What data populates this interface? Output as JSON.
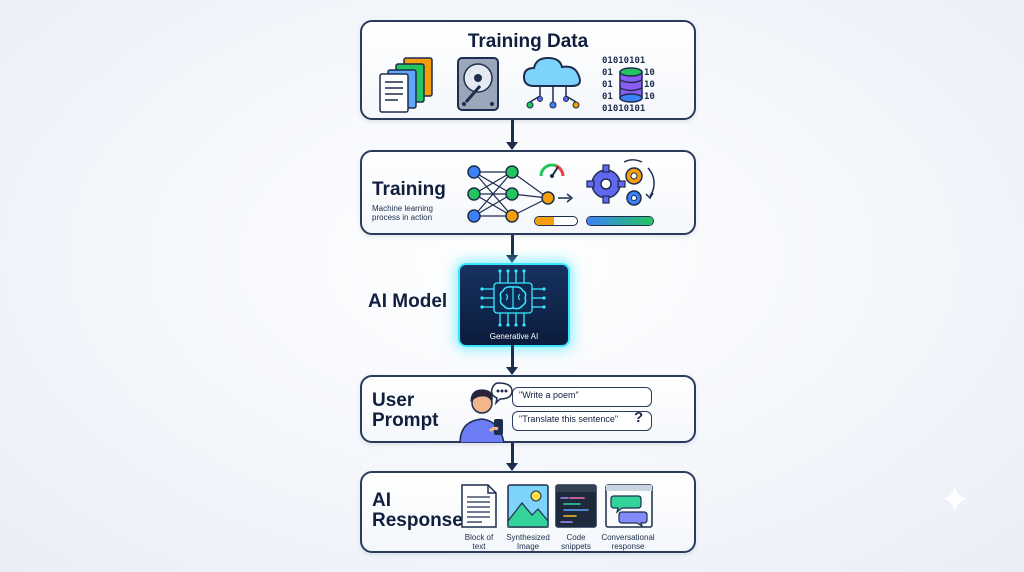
{
  "steps": {
    "training_data": {
      "title": "Training Data",
      "binary": [
        "01010101",
        "01",
        "10",
        "01",
        "10",
        "01",
        "10",
        "01010101"
      ]
    },
    "training": {
      "title": "Training",
      "subtitle_line1": "Machine learning",
      "subtitle_line2": "process in action"
    },
    "ai_model": {
      "title": "AI Model",
      "chip_label": "Generative AI"
    },
    "user_prompt": {
      "title_line1": "User",
      "title_line2": "Prompt",
      "prompt1": "\"Write a poem\"",
      "prompt2": "\"Translate this sentence\"",
      "question_mark": "?"
    },
    "ai_response": {
      "title_line1": "AI",
      "title_line2": "Response",
      "outputs": [
        {
          "line1": "Block of",
          "line2": "text"
        },
        {
          "line1": "Synthesized",
          "line2": "Image"
        },
        {
          "line1": "Code",
          "line2": "snippets"
        },
        {
          "line1": "Conversational",
          "line2": "response"
        }
      ]
    }
  },
  "colors": {
    "navy": "#1d2d4d",
    "chip_glow": "#39e6ff",
    "node_blue": "#3b82f6",
    "node_green": "#22c55e",
    "node_orange": "#f59e0b",
    "gear_purple": "#6366f1"
  }
}
